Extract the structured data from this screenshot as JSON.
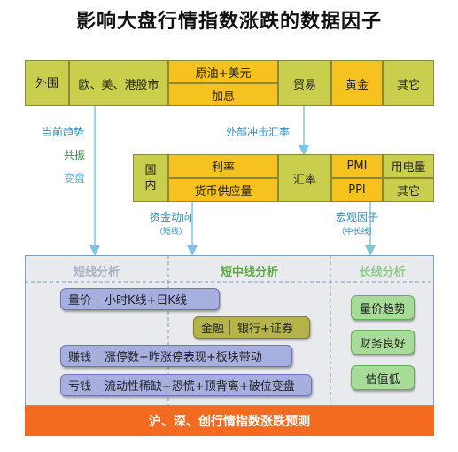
{
  "title": "影响大盘行情指数涨跌的数据因子",
  "external": {
    "label": "外围",
    "markets": "欧、美、港股市",
    "oil_usd": "原油+美元",
    "rate_hike": "加息",
    "trade": "贸易",
    "gold": "黄金",
    "other": "其它"
  },
  "left_labels": {
    "trend": "当前趋势",
    "resonance": "共振",
    "turn": "变盘"
  },
  "fx_impact_label": "外部冲击汇率",
  "domestic": {
    "label": "国内",
    "interest_rate": "利率",
    "money_supply": "货币供应量",
    "exchange_rate": "汇率",
    "pmi": "PMI",
    "power": "用电量",
    "ppi": "PPI",
    "other": "其它"
  },
  "flow_label": {
    "main": "资金动向",
    "sub": "（短线）"
  },
  "macro_label": {
    "main": "宏观因子",
    "sub": "（中长线）"
  },
  "analysis": {
    "short": "短线分析",
    "mid": "短中线分析",
    "long": "长线分析",
    "volume_price": {
      "head": "量价",
      "body": "小时K线+日K线"
    },
    "finance": {
      "head": "金融",
      "body": "银行+证券"
    },
    "profit": {
      "head": "赚钱",
      "body": "涨停数+昨涨停表现+板块带动"
    },
    "loss": {
      "head": "亏钱",
      "body": "流动性稀缺+恐慌+顶背离+破位变盘"
    },
    "long_items": [
      "量价趋势",
      "财务良好",
      "估值低"
    ]
  },
  "bottom_bar": "沪、深、创行情指数涨跌预测",
  "colors": {
    "olive": "#c9cf4d",
    "gold": "#f6c21f",
    "accent_blue": "#2b8fbd",
    "orange": "#f46a1f"
  }
}
